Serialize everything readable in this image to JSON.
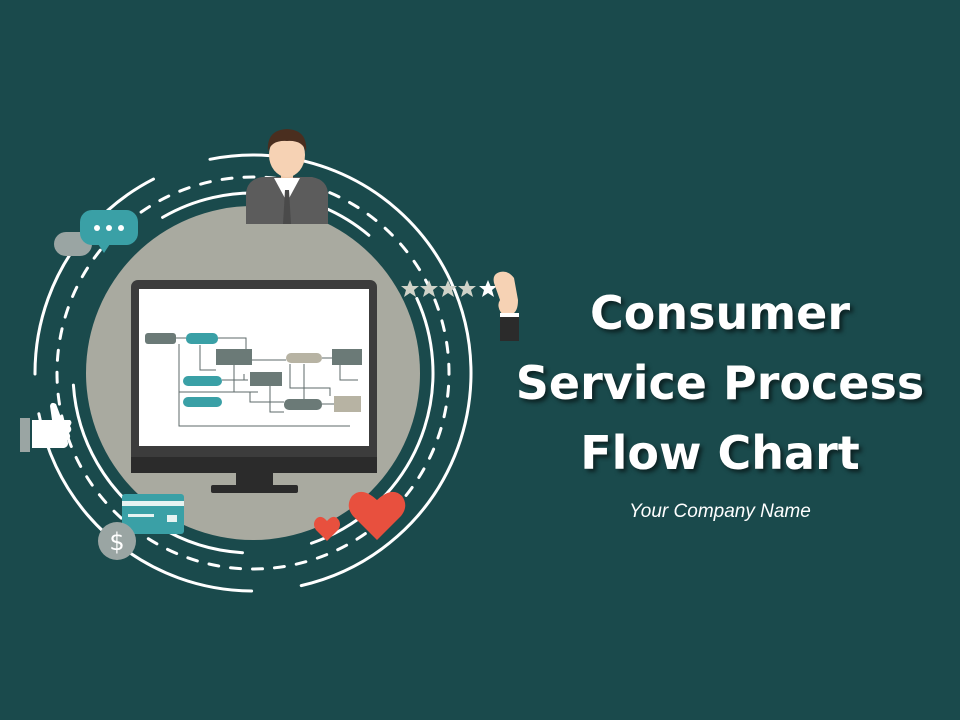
{
  "slide": {
    "title_lines": [
      "Consumer",
      "Service Process",
      "Flow Chart"
    ],
    "company_name": "Your Company Name"
  },
  "colors": {
    "background": "#1a4a4c",
    "circle": "#a9aaa0",
    "teal_accent": "#3aa0a6",
    "heart": "#e8503e",
    "monitor": "#3c3c3c"
  },
  "icons": [
    "person-icon",
    "chat-bubble-icon",
    "like-icon",
    "card-payment-icon",
    "dollar-coin-icon",
    "hearts-icon",
    "star-rating-icon",
    "monitor-icon",
    "flowchart-icon"
  ],
  "rating": {
    "stars": 5
  }
}
